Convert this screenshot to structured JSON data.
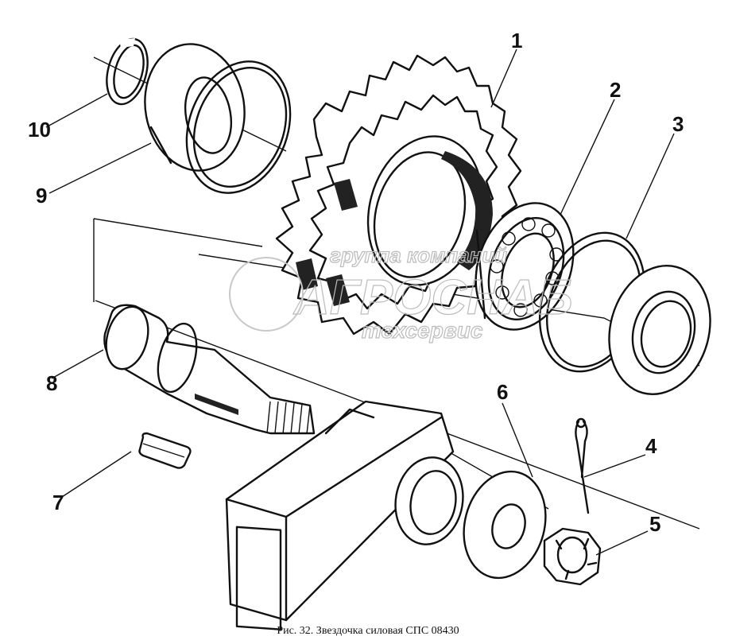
{
  "figure": {
    "caption": "Рис. 32. Звездочка силовая СПС 08430",
    "callouts": [
      "1",
      "2",
      "3",
      "4",
      "5",
      "6",
      "7",
      "8",
      "9",
      "10"
    ]
  },
  "watermark": {
    "line1": "группа компаний",
    "line2": "АГРОСНАБ",
    "line3": "техсервис"
  }
}
